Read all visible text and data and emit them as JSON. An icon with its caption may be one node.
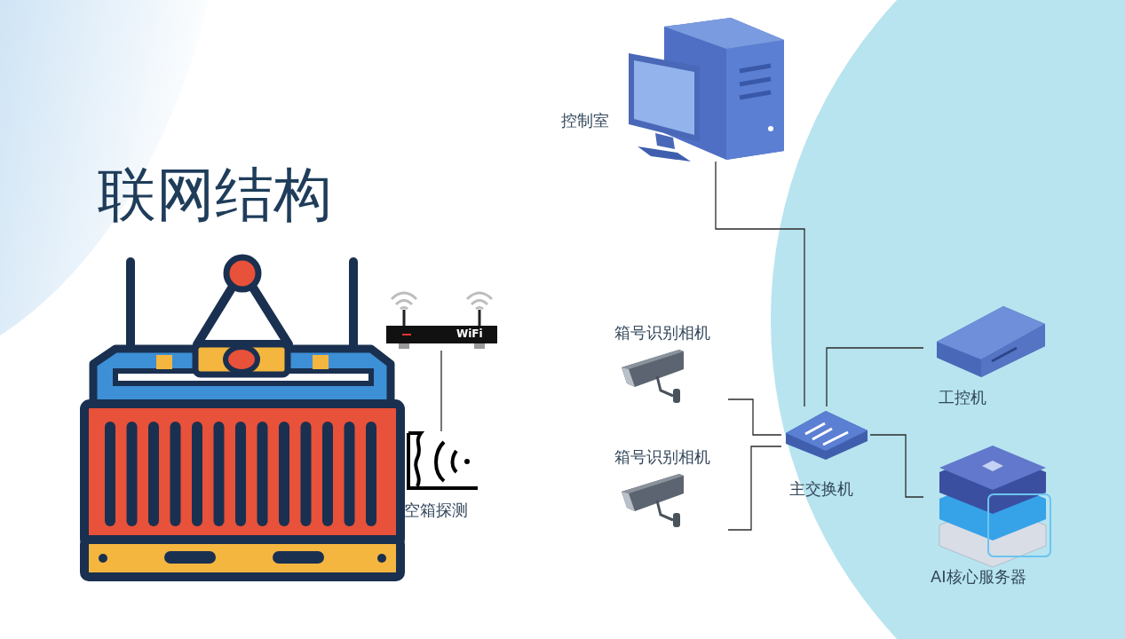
{
  "diagram": {
    "title": "联网结构",
    "nodes": [
      {
        "text": [
          "控制室"
        ]
      },
      {
        "text": [
          "工控机"
        ]
      },
      {
        "text": [
          "主交换机"
        ]
      },
      {
        "text": [
          "箱号识别相机"
        ]
      },
      {
        "text": [
          "箱号识别相机"
        ]
      },
      {
        "text": [
          "AI核心服务器"
        ]
      },
      {
        "text": [],
        "shape": "picture"
      },
      {
        "text": [
          "空箱探测"
        ]
      }
    ],
    "edges": [
      {
        "from": 0,
        "to": 2,
        "arrow": "none"
      },
      {
        "from": 1,
        "to": 2,
        "arrow": "none"
      },
      {
        "from": 3,
        "to": 2,
        "arrow": "none"
      },
      {
        "from": 4,
        "to": 2,
        "arrow": "none"
      },
      {
        "from": 2,
        "to": 5,
        "arrow": "none"
      },
      {
        "from": 6,
        "to": 7,
        "arrow": "none"
      }
    ],
    "labels": [
      "WiFi"
    ]
  }
}
